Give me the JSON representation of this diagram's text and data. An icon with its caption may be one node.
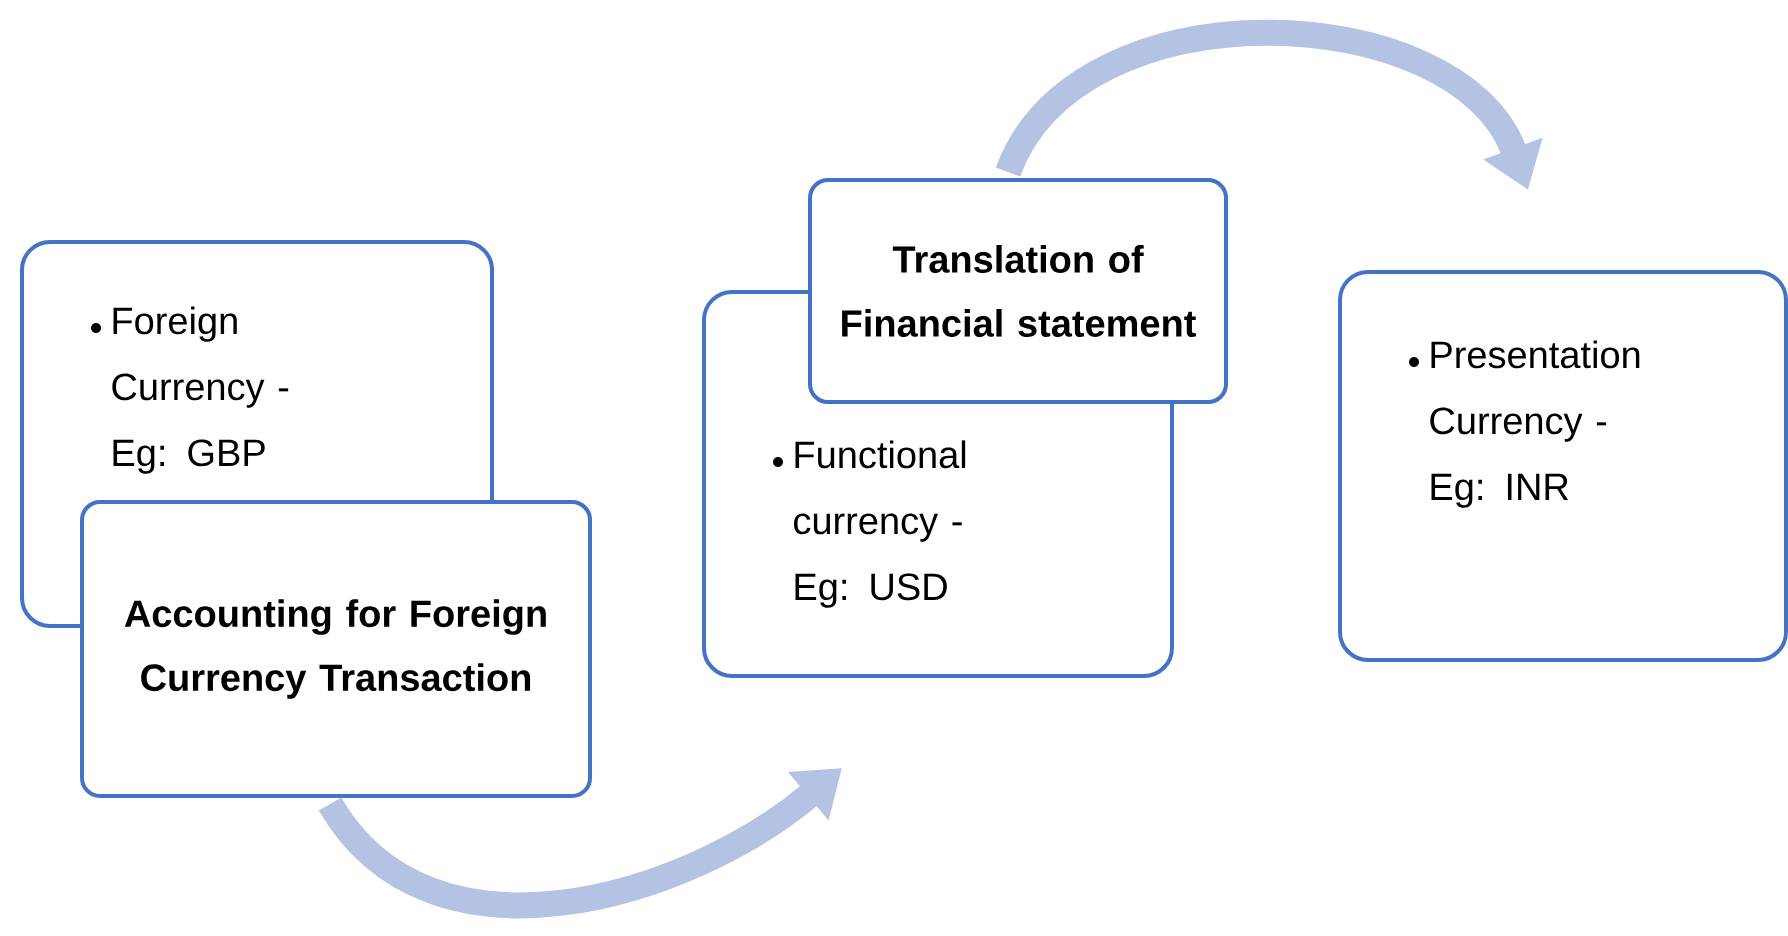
{
  "diagram": {
    "nodes": [
      {
        "text": [
          "Foreign Currency - Eg: GBP"
        ]
      },
      {
        "text": [
          "Accounting for Foreign Currency Transaction"
        ]
      },
      {
        "text": [
          "Functional currency - Eg: USD"
        ]
      },
      {
        "text": [
          "Translation of Financial statement"
        ]
      },
      {
        "text": [
          "Presentation Currency - Eg: INR"
        ]
      }
    ],
    "edges": [
      {
        "from": 1,
        "to": 2,
        "arrow": "to"
      },
      {
        "from": 3,
        "to": 4,
        "arrow": "to"
      }
    ]
  }
}
